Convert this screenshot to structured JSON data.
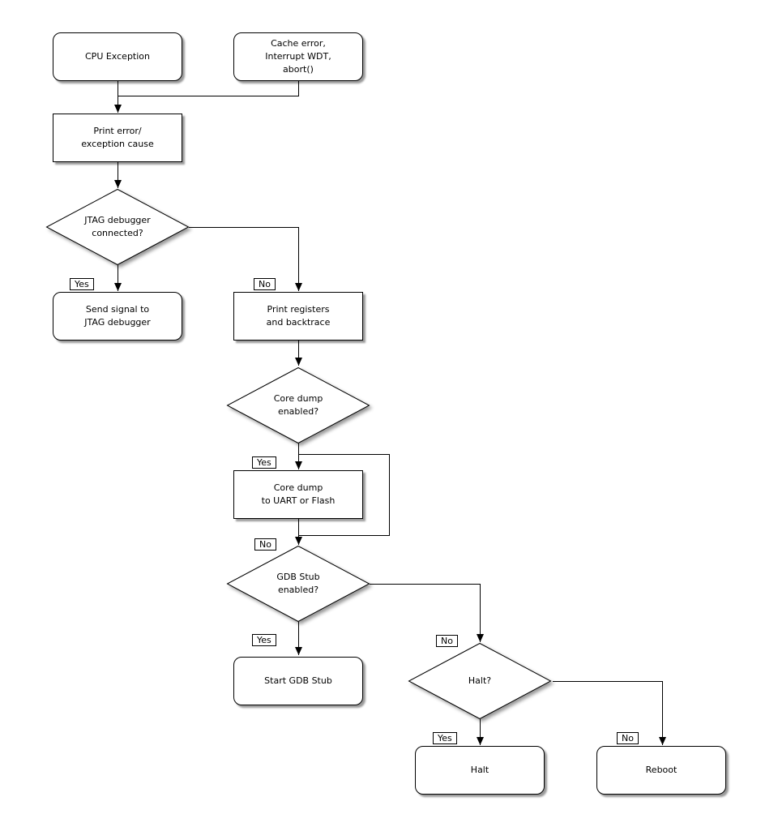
{
  "diagram": {
    "background": "#ffffff",
    "node_fill": "#ffffff",
    "node_stroke": "#000000",
    "shadow_color": "#999999",
    "nodes": {
      "cpu_exception": {
        "label": "CPU Exception",
        "shape": "rounded-rect"
      },
      "cache_error": {
        "label": "Cache error,\nInterrupt WDT,\nabort()",
        "shape": "rounded-rect"
      },
      "print_error": {
        "label": "Print error/\nexception cause",
        "shape": "rect"
      },
      "jtag_connected": {
        "label": "JTAG debugger\nconnected?",
        "shape": "diamond"
      },
      "send_signal": {
        "label": "Send signal to\nJTAG debugger",
        "shape": "rounded-rect"
      },
      "print_registers": {
        "label": "Print registers\nand backtrace",
        "shape": "rect"
      },
      "core_dump_enabled": {
        "label": "Core dump\nenabled?",
        "shape": "diamond"
      },
      "core_dump": {
        "label": "Core dump\nto UART or Flash",
        "shape": "rect"
      },
      "gdb_stub_enabled": {
        "label": "GDB Stub\nenabled?",
        "shape": "diamond"
      },
      "start_gdb_stub": {
        "label": "Start GDB Stub",
        "shape": "rounded-rect"
      },
      "halt_question": {
        "label": "Halt?",
        "shape": "diamond"
      },
      "halt": {
        "label": "Halt",
        "shape": "rounded-rect"
      },
      "reboot": {
        "label": "Reboot",
        "shape": "rounded-rect"
      }
    },
    "edge_labels": {
      "jtag_yes": "Yes",
      "jtag_no": "No",
      "core_dump_yes": "Yes",
      "core_dump_no": "No",
      "gdb_yes": "Yes",
      "gdb_no": "No",
      "halt_yes": "Yes",
      "halt_no": "No"
    },
    "edges": [
      {
        "from": "cpu_exception",
        "to": "print_error",
        "label": ""
      },
      {
        "from": "cache_error",
        "to": "print_error",
        "label": ""
      },
      {
        "from": "print_error",
        "to": "jtag_connected",
        "label": ""
      },
      {
        "from": "jtag_connected",
        "to": "send_signal",
        "label": "Yes"
      },
      {
        "from": "jtag_connected",
        "to": "print_registers",
        "label": "No"
      },
      {
        "from": "print_registers",
        "to": "core_dump_enabled",
        "label": ""
      },
      {
        "from": "core_dump_enabled",
        "to": "core_dump",
        "label": "Yes"
      },
      {
        "from": "core_dump_enabled",
        "to": "gdb_stub_enabled",
        "label": "No"
      },
      {
        "from": "core_dump",
        "to": "gdb_stub_enabled",
        "label": ""
      },
      {
        "from": "gdb_stub_enabled",
        "to": "start_gdb_stub",
        "label": "Yes"
      },
      {
        "from": "gdb_stub_enabled",
        "to": "halt_question",
        "label": "No"
      },
      {
        "from": "halt_question",
        "to": "halt",
        "label": "Yes"
      },
      {
        "from": "halt_question",
        "to": "reboot",
        "label": "No"
      }
    ]
  }
}
